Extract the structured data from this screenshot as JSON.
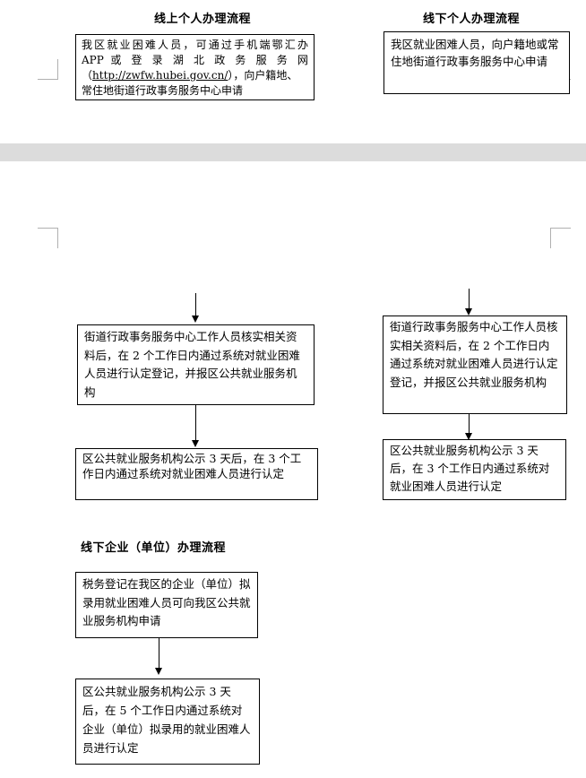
{
  "online_personal": {
    "title": "线上个人办理流程",
    "box1_line1": "我区就业困难人员，可通过手机端鄂汇办",
    "box1_line2": "APP 或 登 录 湖 北 政 务 服 务 网",
    "box1_line3_pre": "（",
    "box1_link": "http://zwfw.hubei.gov.cn/",
    "box1_line3_post": "），向户籍地、",
    "box1_line4": "常住地街道行政事务服务中心申请",
    "box2": "街道行政事务服务中心工作人员核实相关资料后，在 2 个工作日内通过系统对就业困难人员进行认定登记，并报区公共就业服务机构",
    "box3": "区公共就业服务机构公示 3 天后，在 3 个工作日内通过系统对就业困难人员进行认定"
  },
  "offline_personal": {
    "title": "线下个人办理流程",
    "box1": "我区就业困难人员，向户籍地或常住地街道行政事务服务中心申请",
    "box2": "街道行政事务服务中心工作人员核实相关资料后，在 2 个工作日内通过系统对就业困难人员进行认定登记，并报区公共就业服务机构",
    "box3": "区公共就业服务机构公示 3 天后，在 3 个工作日内通过系统对就业困难人员进行认定"
  },
  "offline_enterprise": {
    "title": "线下企业（单位）办理流程",
    "box1": "税务登记在我区的企业（单位）拟录用就业困难人员可向我区公共就业服务机构申请",
    "box2": "区公共就业服务机构公示 3 天后，在 5 个工作日内通过系统对企业（单位）拟录用的就业困难人员进行认定"
  }
}
